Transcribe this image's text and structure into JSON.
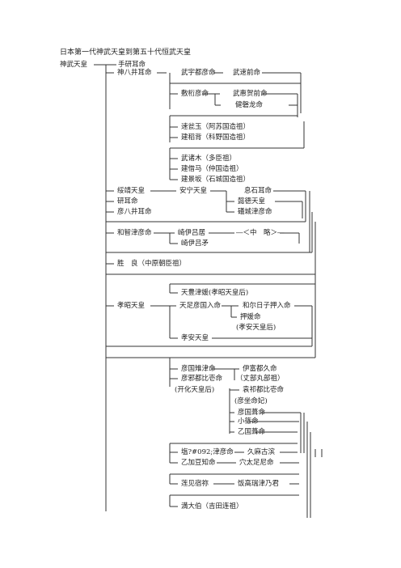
{
  "title": "日本第一代神武天皇到第五十代恒武天皇",
  "nodes": {
    "jinmu": "神武天皇",
    "tagishimimi": "手研耳命",
    "kamuyaimimi": "神八井耳命",
    "takeuchisu": "武宇都彦命",
    "takehayami": "武速前命",
    "amatsuhiko": "敷桁彦命",
    "takeerakasa": "武惠贺前命",
    "tatesamimi": "健磐龙命",
    "hayatamatsu": "速瓮玉（阿苏国造祖）",
    "tatetokusa": "建稻背（科野国造祖）",
    "takemoroki": "武诸木（多臣祖）",
    "tatetsunoma": "建借马（仲国造祖）",
    "tateiwakisaka": "建景坂（石城国造祖）",
    "suizei": "绥靖天皇",
    "annei": "安宁天皇",
    "okishimimi": "息石耳命",
    "kenjimimi": "研耳命",
    "itoku": "懿德天皇",
    "hikoyaimimi": "彦八井耳命",
    "shikitsuhiko": "礒城津彦命",
    "wachitsuhiko": "和智津彦命",
    "shikiirohoso": "崎伊吕居",
    "chuuryaku": "―＜中　略＞―",
    "shikiirohoko": "崎伊吕矛",
    "masaru": "胜　良（中原朝臣祖）",
    "amatoyotsuhime": "天豊津媛(孝昭天皇后)",
    "koushou": "孝昭天皇",
    "amatarashihiko": "天足彦国入命",
    "wanihiko": "和尔日子押入命",
    "oshihime": "押媛命",
    "koushou_note": "(孝安天皇后)",
    "kouan": "孝安天皇",
    "hikokuniyotsu": "彦国雉津命",
    "iitomiku": "伊富都久命",
    "hikoyoroshi": "彦邪都比壱命",
    "hikoyoroshi_note": "（丈部丸部祖）",
    "kaika_note": "(开化天皇后)",
    "yaishikoyoroshi": "袁祁都比壱命",
    "hikotsunomi_note": "(彦坐命妃)",
    "hikokuni_ki": "彦国葺命",
    "oshinokomi": "小篠命",
    "otokunikimi": "乙国葺命",
    "hokotsuhiko": "塩?#092;津彦命",
    "kumakoinu": "久麻古滨",
    "otokashira": "乙加豆知命",
    "anakoshinushi": "穴太足尼命",
    "hasumi": "莲见宿祢",
    "iitakatsutsuno": "饭高瑞津乃君",
    "tsuokaa": "満大伯（吉田连祖）"
  }
}
